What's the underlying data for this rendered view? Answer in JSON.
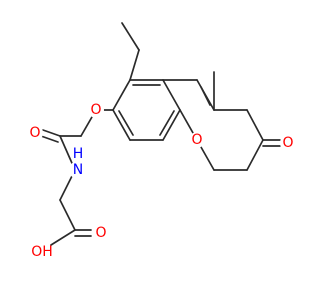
{
  "colors": {
    "bond": "#2b2b2b",
    "oxygen": "#ff0000",
    "nitrogen": "#0000ff",
    "hydrogen_label": "#ff0000",
    "background": "#ffffff"
  },
  "atoms": {
    "ether_o": "O",
    "ring_o": "O",
    "lactone_o": "O",
    "amide_o": "O",
    "amide_n": "N",
    "amide_h": "H",
    "acid_oh": "OH",
    "acid_o": "O"
  }
}
